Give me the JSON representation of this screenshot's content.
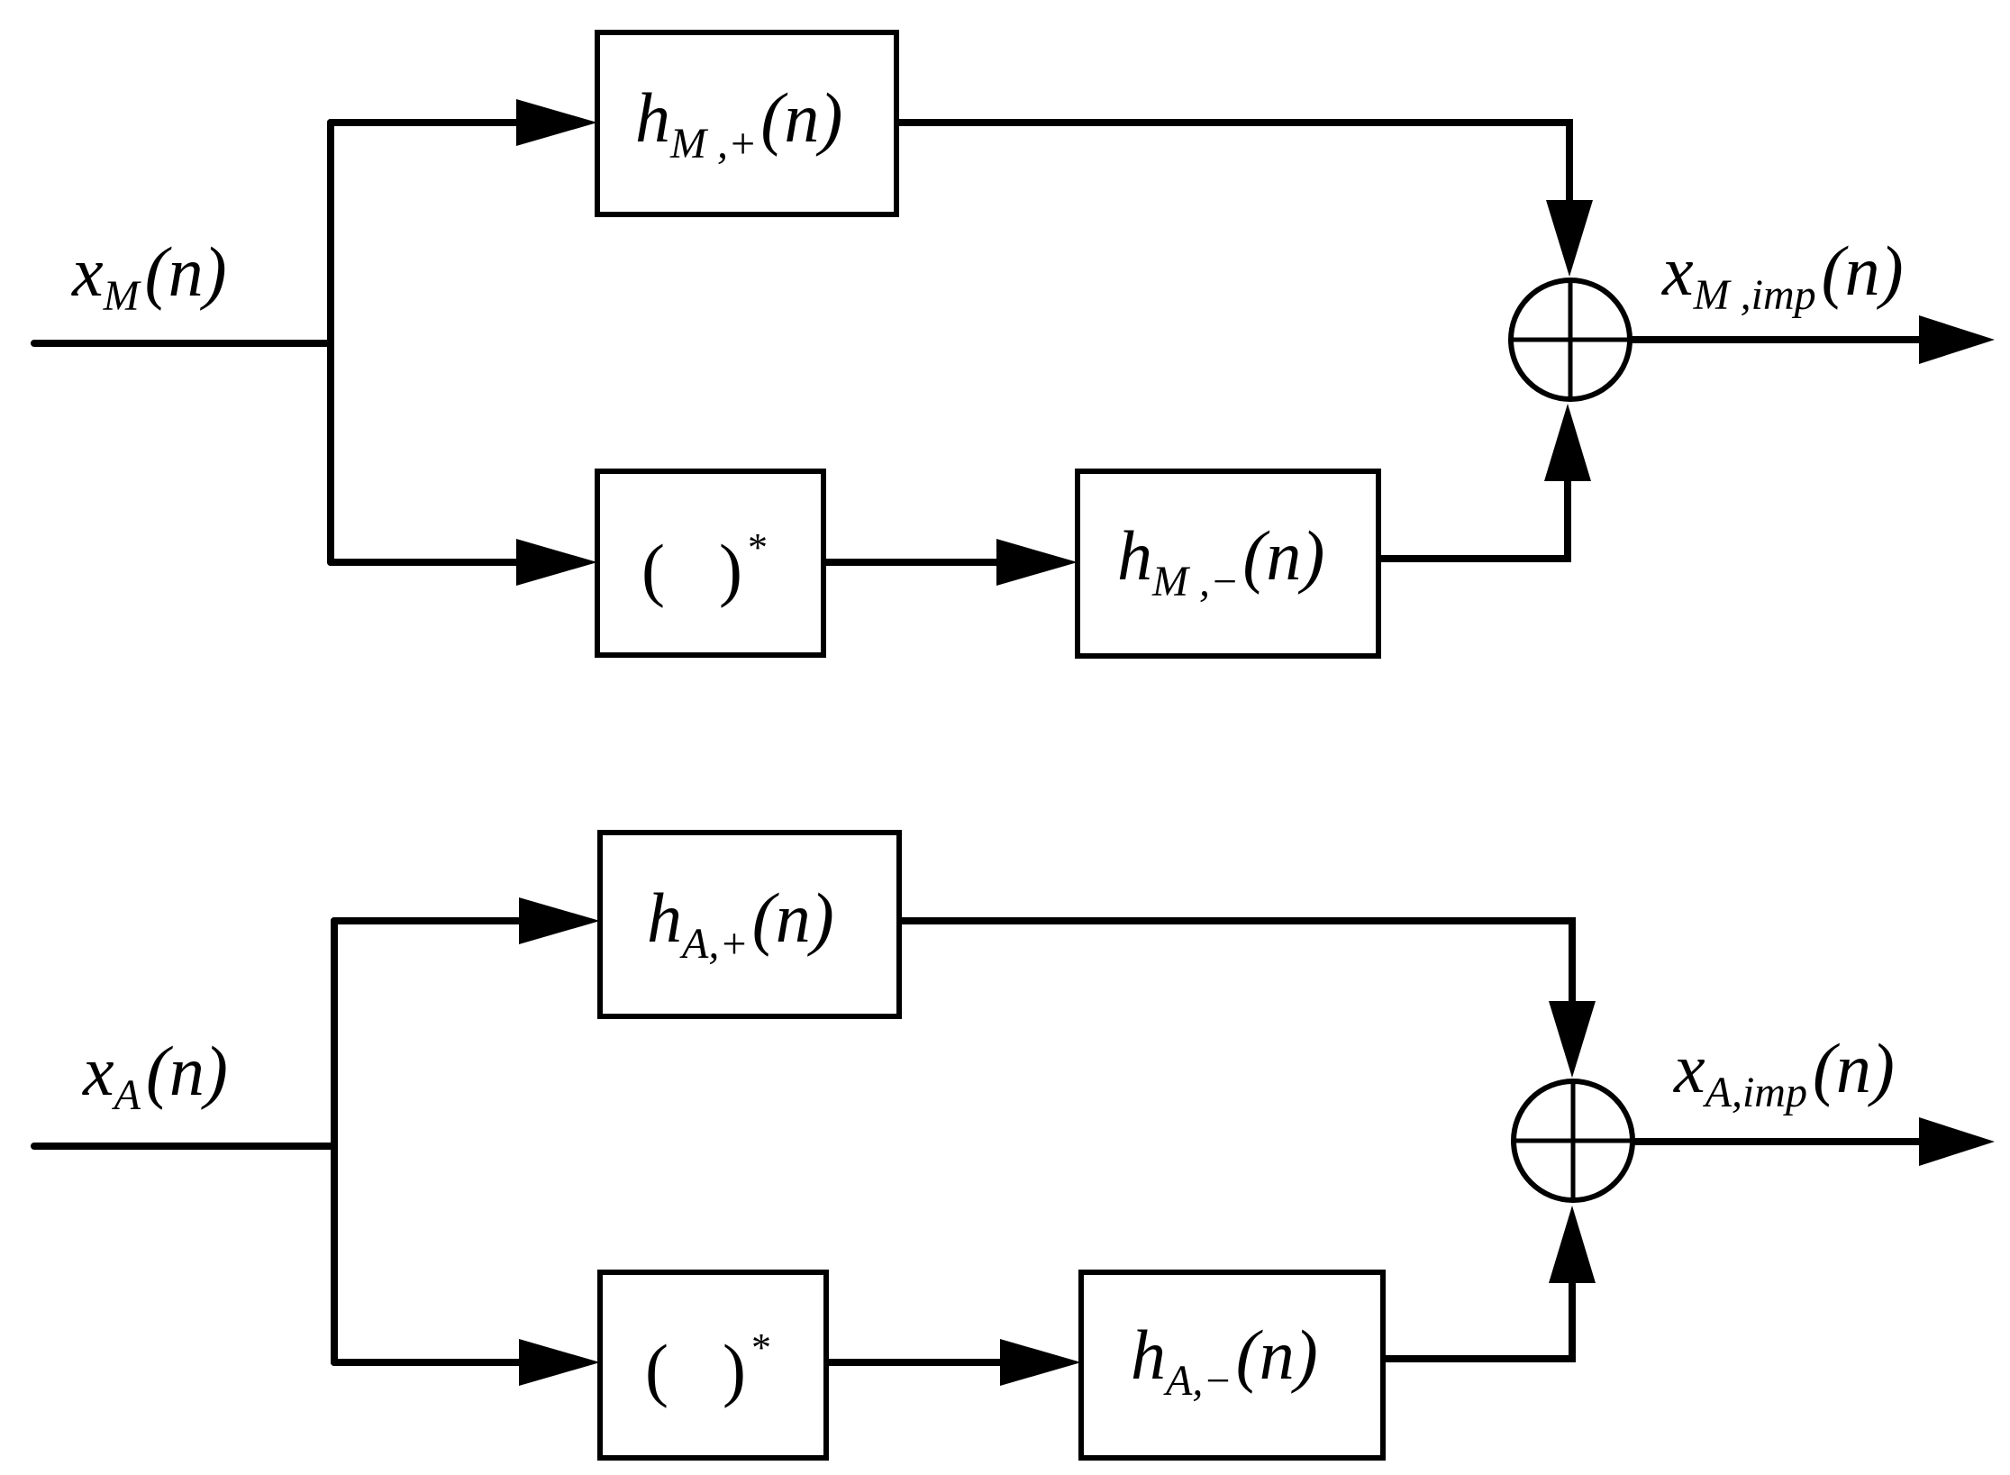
{
  "colors": {
    "stroke": "#000000",
    "background": "#ffffff"
  },
  "top": {
    "input": {
      "main": "x",
      "sub": "M",
      "arg": "(n)"
    },
    "filter_plus": {
      "main": "h",
      "sub": "M ,+",
      "arg": "(n)"
    },
    "conj": {
      "open": "(",
      "close": ")",
      "star": "*"
    },
    "filter_minus": {
      "main": "h",
      "sub": "M ,−",
      "arg": "(n)"
    },
    "output": {
      "main": "x",
      "sub": "M ,imp",
      "arg": "(n)"
    }
  },
  "bottom": {
    "input": {
      "main": "x",
      "sub": "A",
      "arg": "(n)"
    },
    "filter_plus": {
      "main": "h",
      "sub": "A,+",
      "arg": "(n)"
    },
    "conj": {
      "open": "(",
      "close": ")",
      "star": "*"
    },
    "filter_minus": {
      "main": "h",
      "sub": "A,−",
      "arg": "(n)"
    },
    "output": {
      "main": "x",
      "sub": "A,imp",
      "arg": "(n)"
    }
  }
}
